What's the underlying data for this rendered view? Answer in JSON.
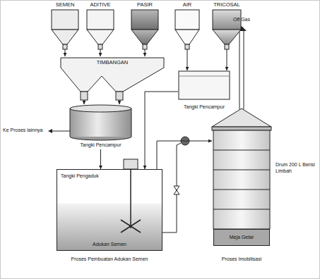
{
  "diagram": {
    "nodes": [
      {
        "text": [
          "SEMEN"
        ]
      },
      {
        "text": [
          "ADITIVE"
        ]
      },
      {
        "text": [
          "PASIR"
        ]
      },
      {
        "text": [
          "AIR"
        ]
      },
      {
        "text": [
          "TRICOSAL"
        ]
      },
      {
        "text": [
          "TIMBANGAN"
        ]
      },
      {
        "text": [
          "Tangki Pencampur"
        ]
      },
      {
        "text": [
          "Tangki Pencampur"
        ]
      },
      {
        "text": [
          "Tangki Pengaduk",
          "Adukan Semen"
        ]
      },
      {
        "text": [
          "Drum 200 L Berisi Limbah"
        ]
      },
      {
        "text": [
          "Meja Getar"
        ]
      }
    ],
    "edges": [
      {
        "from": 0,
        "to": 5,
        "arrow": "to"
      },
      {
        "from": 1,
        "to": 5,
        "arrow": "to"
      },
      {
        "from": 2,
        "to": 5,
        "arrow": "to"
      },
      {
        "from": 3,
        "to": 6,
        "arrow": "to"
      },
      {
        "from": 4,
        "to": 6,
        "arrow": "to"
      },
      {
        "from": 5,
        "to": 7,
        "arrow": "to"
      },
      {
        "from": 5,
        "to": 7,
        "arrow": "to"
      },
      {
        "from": 7,
        "to": 8,
        "arrow": "to"
      },
      {
        "from": 6,
        "to": 8,
        "arrow": "to"
      },
      {
        "from": 8,
        "to": 9,
        "arrow": "to"
      }
    ],
    "labels": [
      "Off Gas",
      "Ke Proses lainnya",
      "Proses Pembuatan Adukan Semen",
      "Proses Imobilisasi"
    ]
  }
}
